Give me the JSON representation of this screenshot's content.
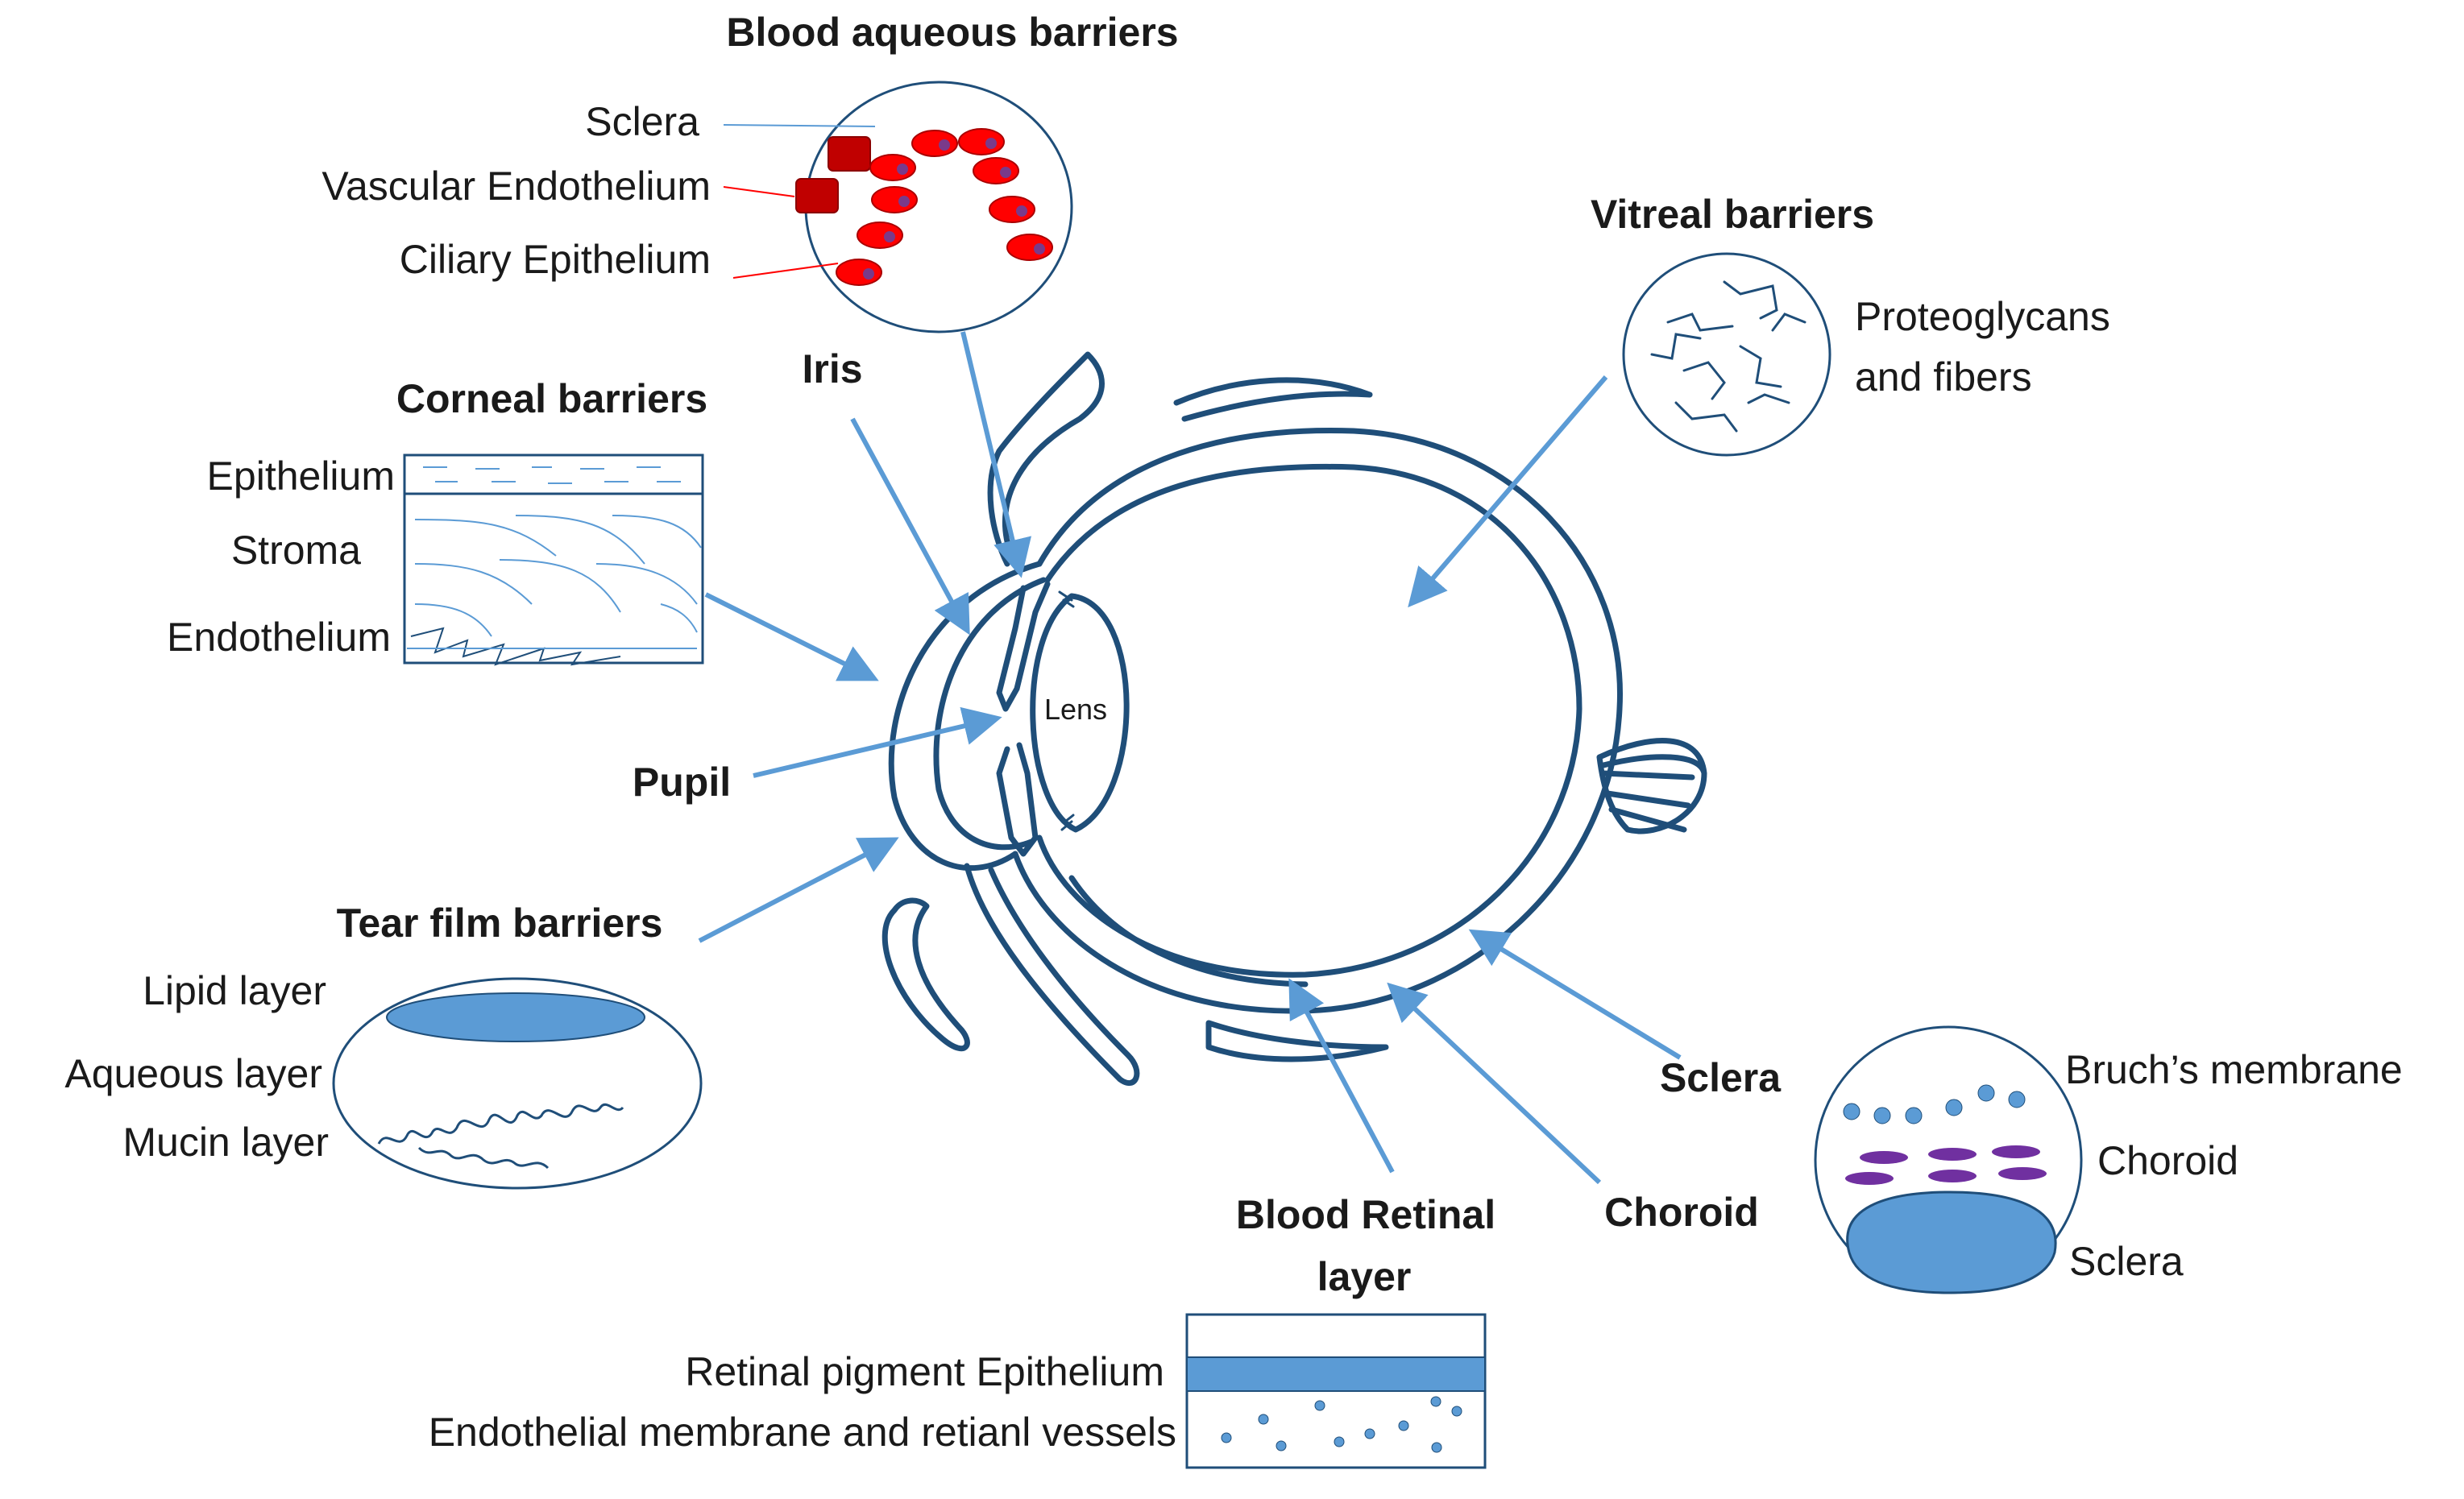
{
  "colors": {
    "outline": "#1f4e79",
    "arrow": "#5b9bd5",
    "fill_blue": "#5b9bd5",
    "red": "#ff0000",
    "dark_red": "#c00000",
    "purple": "#7030a0"
  },
  "eye": {
    "lens": "Lens",
    "iris": "Iris",
    "pupil": "Pupil",
    "sclera": "Sclera",
    "choroid": "Choroid",
    "blood_retinal_line1": "Blood Retinal",
    "blood_retinal_line2": "layer"
  },
  "blood_aqueous": {
    "title": "Blood aqueous barriers",
    "sclera": "Sclera",
    "vascular": "Vascular Endothelium",
    "ciliary": "Ciliary Epithelium"
  },
  "vitreal": {
    "title": "Vitreal barriers",
    "line1": "Proteoglycans",
    "line2": "and fibers"
  },
  "corneal": {
    "title": "Corneal barriers",
    "epithelium": "Epithelium",
    "stroma": "Stroma",
    "endothelium": "Endothelium"
  },
  "tear": {
    "title": "Tear film barriers",
    "lipid": "Lipid layer",
    "aqueous": "Aqueous layer",
    "mucin": "Mucin layer"
  },
  "choroid_inset": {
    "bruch": "Bruch’s membrane",
    "choroid": "Choroid",
    "sclera": "Sclera"
  },
  "retinal_inset": {
    "rpe": "Retinal pigment Epithelium",
    "endo": "Endothelial membrane and retianl vessels"
  }
}
